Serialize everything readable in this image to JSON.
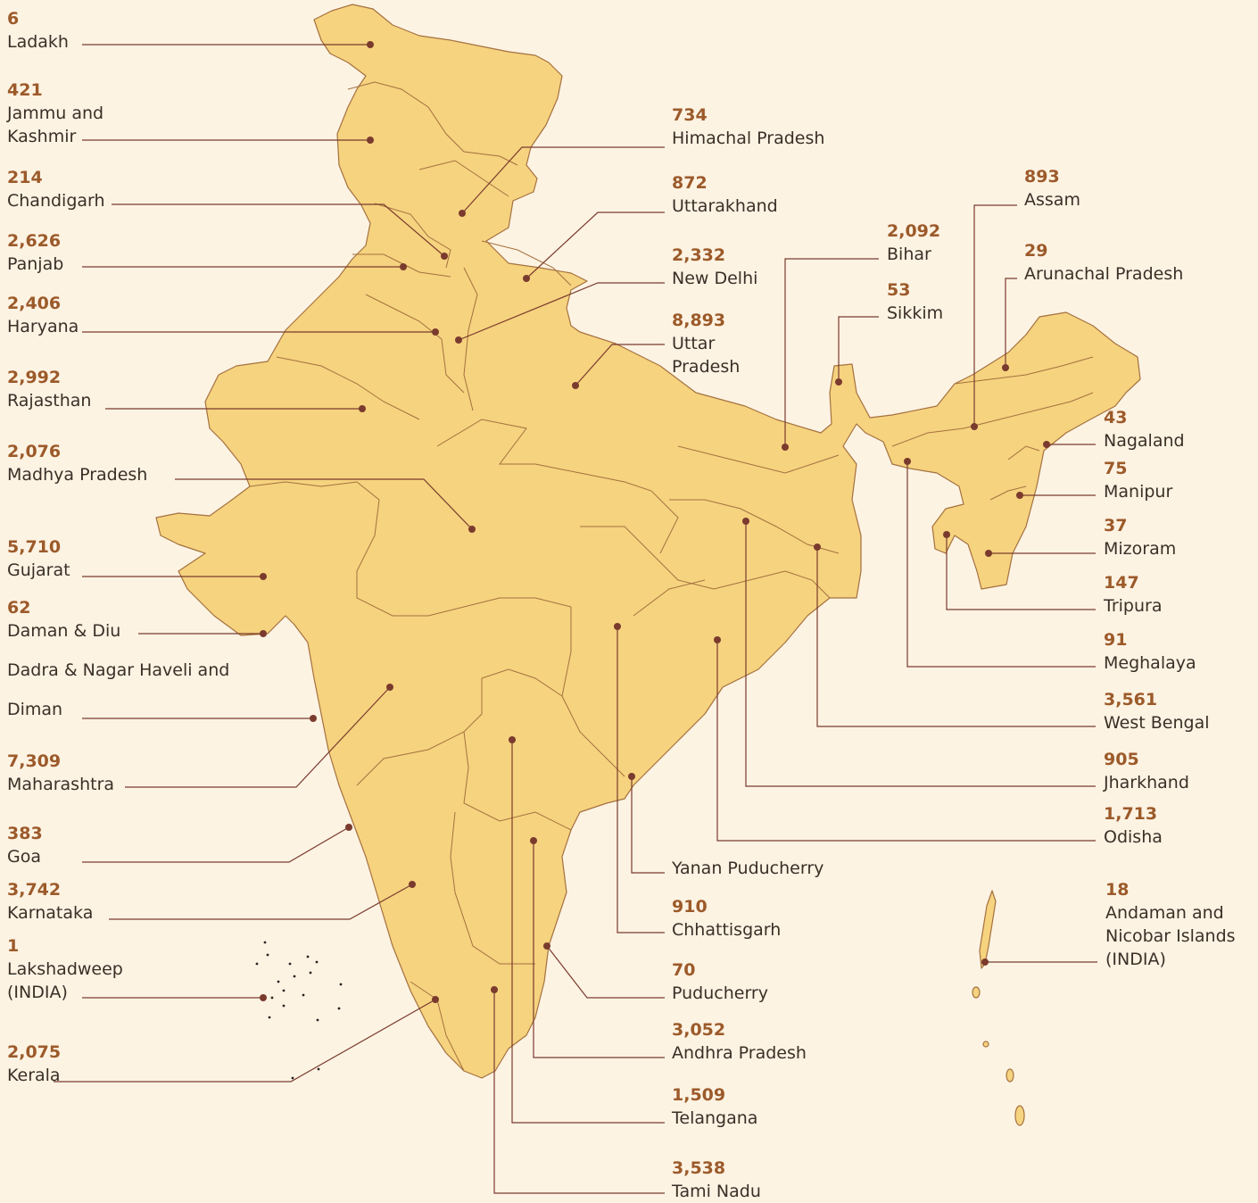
{
  "map_title": "",
  "colors": {
    "land": "#f6d37f",
    "border": "#a4713f",
    "leader": "#7a3b2e",
    "number": "#9c5a2a",
    "text": "#3b2f27",
    "background": "#fdf3e3"
  },
  "regions": [
    {
      "key": "ladakh",
      "value": "6",
      "name": "Ladakh"
    },
    {
      "key": "jammu-kashmir",
      "value": "421",
      "name": "Jammu and",
      "name2": "Kashmir"
    },
    {
      "key": "chandigarh",
      "value": "214",
      "name": "Chandigarh"
    },
    {
      "key": "panjab",
      "value": "2,626",
      "name": "Panjab"
    },
    {
      "key": "haryana",
      "value": "2,406",
      "name": "Haryana"
    },
    {
      "key": "rajasthan",
      "value": "2,992",
      "name": "Rajasthan"
    },
    {
      "key": "madhya-pradesh",
      "value": "2,076",
      "name": "Madhya Pradesh"
    },
    {
      "key": "gujarat",
      "value": "5,710",
      "name": "Gujarat"
    },
    {
      "key": "daman-diu",
      "value": "62",
      "name": "Daman & Diu"
    },
    {
      "key": "dadra-nagar-haveli",
      "value": "",
      "name": "Dadra & Nagar Haveli and",
      "name2": "Diman"
    },
    {
      "key": "maharashtra",
      "value": "7,309",
      "name": "Maharashtra"
    },
    {
      "key": "goa",
      "value": "383",
      "name": "Goa"
    },
    {
      "key": "karnataka",
      "value": "3,742",
      "name": "Karnataka"
    },
    {
      "key": "lakshadweep",
      "value": "1",
      "name": "Lakshadweep",
      "name2": "(INDIA)"
    },
    {
      "key": "kerala",
      "value": "2,075",
      "name": "Kerala"
    },
    {
      "key": "himachal-pradesh",
      "value": "734",
      "name": "Himachal Pradesh"
    },
    {
      "key": "uttarakhand",
      "value": "872",
      "name": "Uttarakhand"
    },
    {
      "key": "new-delhi",
      "value": "2,332",
      "name": "New Delhi"
    },
    {
      "key": "uttar-pradesh",
      "value": "8,893",
      "name": "Uttar",
      "name2": "Pradesh"
    },
    {
      "key": "yanan-puducherry",
      "value": "",
      "name": "Yanan Puducherry"
    },
    {
      "key": "chhattisgarh",
      "value": "910",
      "name": "Chhattisgarh"
    },
    {
      "key": "puducherry",
      "value": "70",
      "name": "Puducherry"
    },
    {
      "key": "andhra-pradesh",
      "value": "3,052",
      "name": "Andhra Pradesh"
    },
    {
      "key": "telangana",
      "value": "1,509",
      "name": "Telangana"
    },
    {
      "key": "tamil-nadu",
      "value": "3,538",
      "name": "Tami Nadu"
    },
    {
      "key": "bihar",
      "value": "2,092",
      "name": "Bihar"
    },
    {
      "key": "sikkim",
      "value": "53",
      "name": "Sikkim"
    },
    {
      "key": "assam",
      "value": "893",
      "name": "Assam"
    },
    {
      "key": "arunachal-pradesh",
      "value": "29",
      "name": "Arunachal Pradesh"
    },
    {
      "key": "nagaland",
      "value": "43",
      "name": "Nagaland"
    },
    {
      "key": "manipur",
      "value": "75",
      "name": "Manipur"
    },
    {
      "key": "mizoram",
      "value": "37",
      "name": "Mizoram"
    },
    {
      "key": "tripura",
      "value": "147",
      "name": "Tripura"
    },
    {
      "key": "meghalaya",
      "value": "91",
      "name": "Meghalaya"
    },
    {
      "key": "west-bengal",
      "value": "3,561",
      "name": "West Bengal"
    },
    {
      "key": "jharkhand",
      "value": "905",
      "name": "Jharkhand"
    },
    {
      "key": "odisha",
      "value": "1,713",
      "name": "Odisha"
    },
    {
      "key": "andaman-nicobar",
      "value": "18",
      "name": "Andaman and",
      "name2": "Nicobar Islands",
      "name3": "(INDIA)"
    }
  ]
}
